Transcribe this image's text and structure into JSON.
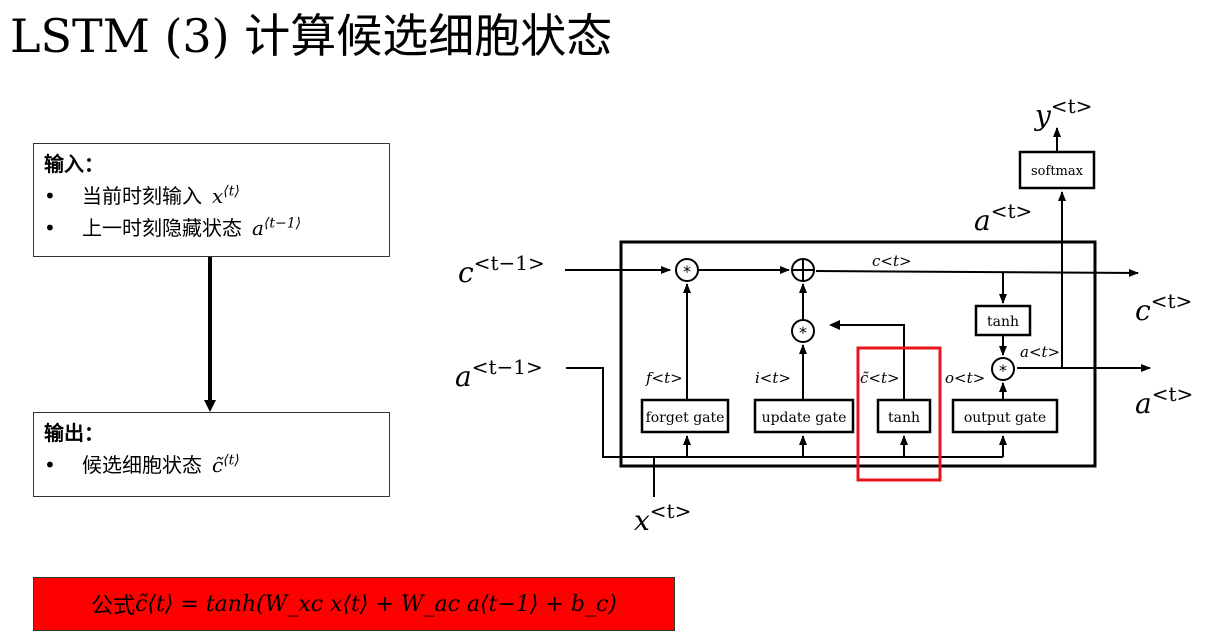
{
  "title": "LSTM (3) 计算候选细胞状态",
  "input_box": {
    "heading": "输入：",
    "items": [
      {
        "label": "当前时刻输入",
        "math": "x",
        "sup": "⟨t⟩"
      },
      {
        "label": "上一时刻隐藏状态",
        "math": "a",
        "sup": "⟨t−1⟩"
      }
    ]
  },
  "output_box": {
    "heading": "输出：",
    "items": [
      {
        "label": "候选细胞状态",
        "math": "c̃",
        "sup": "⟨t⟩"
      }
    ]
  },
  "formula": {
    "prefix": "公式",
    "text": "c̃⟨t⟩ = tanh(W_xc x⟨t⟩ + W_ac a⟨t−1⟩ + b_c)"
  },
  "diagram": {
    "gates": {
      "forget": "forget gate",
      "update": "update gate",
      "tanh": "tanh",
      "output": "output gate",
      "tanh_top": "tanh",
      "softmax": "softmax"
    },
    "labels": {
      "c_prev": "c",
      "c_prev_sup": "<t−1>",
      "a_prev": "a",
      "a_prev_sup": "<t−1>",
      "x_t": "x",
      "x_t_sup": "<t>",
      "c_t_out": "c",
      "c_t_out_sup": "<t>",
      "a_t_out": "a",
      "a_t_out_sup": "<t>",
      "a_t_top": "a",
      "a_t_top_sup": "<t>",
      "y_t": "y",
      "y_t_sup": "<t>",
      "c_t_inner": "c<t>",
      "f_t": "f<t>",
      "i_t": "i<t>",
      "ctilde_t": "c̃<t>",
      "o_t": "o<t>",
      "a_t_inner": "a<t>"
    },
    "operators": {
      "multiply": "*",
      "add": "+"
    },
    "highlight_color": "#e8141b"
  }
}
